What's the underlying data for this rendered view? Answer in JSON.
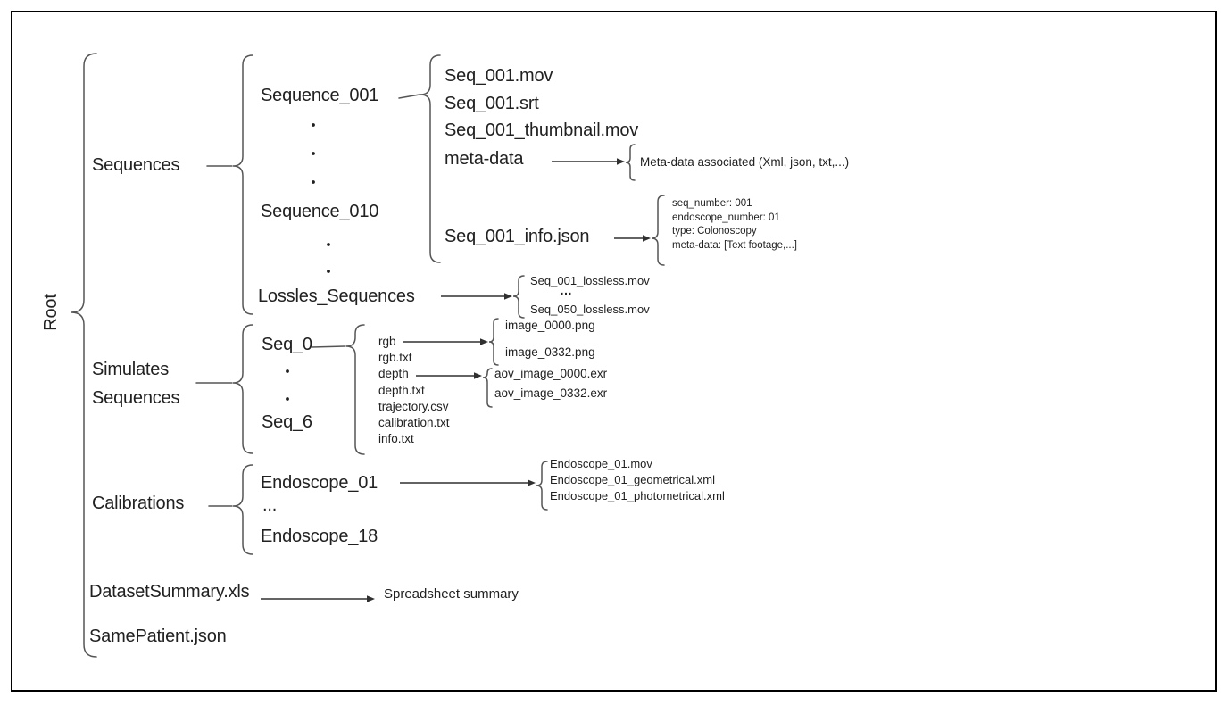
{
  "figure": {
    "root_label": "Root",
    "sequences": {
      "label": "Sequences",
      "folder_first": "Sequence_001",
      "folder_tenth": "Sequence_010",
      "files": [
        "Seq_001.mov",
        "Seq_001.srt",
        "Seq_001_thumbnail.mov",
        "meta-data"
      ],
      "metadata_note": "Meta-data associated (Xml, json, txt,...)",
      "info_file": "Seq_001_info.json",
      "info_contents": [
        "seq_number:  001",
        "endoscope_number:  01",
        "type:  Colonoscopy",
        "meta-data: [Text footage,...]"
      ],
      "lossless_folder": "Lossles_Sequences",
      "lossless_first": "Seq_001_lossless.mov",
      "lossless_ellipsis": "…",
      "lossless_last": "Seq_050_lossless.mov"
    },
    "simulates": {
      "label_line1": "Simulates",
      "label_line2": "Sequences",
      "folder_first": "Seq_0",
      "folder_last": "Seq_6",
      "files": [
        "rgb",
        "rgb.txt",
        "depth",
        "depth.txt",
        "trajectory.csv",
        "calibration.txt",
        "info.txt"
      ],
      "rgb_first": "image_0000.png",
      "rgb_last": "image_0332.png",
      "depth_first": "aov_image_0000.exr",
      "depth_last": "aov_image_0332.exr"
    },
    "calibrations": {
      "label": "Calibrations",
      "folder_first": "Endoscope_01",
      "ellipsis": "...",
      "folder_last": "Endoscope_18",
      "files": [
        "Endoscope_01.mov",
        "Endoscope_01_geometrical.xml",
        "Endoscope_01_photometrical.xml"
      ]
    },
    "summary_file": "DatasetSummary.xls",
    "summary_note": "Spreadsheet summary",
    "same_patient_file": "SamePatient.json"
  }
}
